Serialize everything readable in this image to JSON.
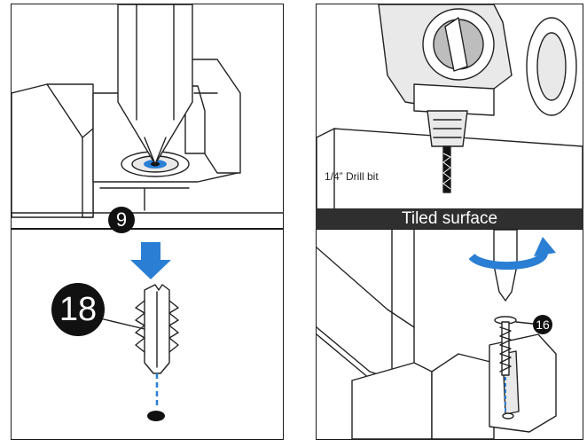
{
  "callouts": {
    "anchor_number": "18",
    "screw_number": "16",
    "drill_number": "9"
  },
  "labels": {
    "drill_bit": "1/4” Drill bit",
    "tiled_surface": "Tiled surface"
  },
  "colors": {
    "accent_blue": "#2a7fd4",
    "bar_dark": "#2f2f2f",
    "outline": "#222222"
  },
  "icons": {
    "down_arrow": "arrow-down-icon",
    "rotate_arrow": "rotate-clockwise-icon"
  }
}
